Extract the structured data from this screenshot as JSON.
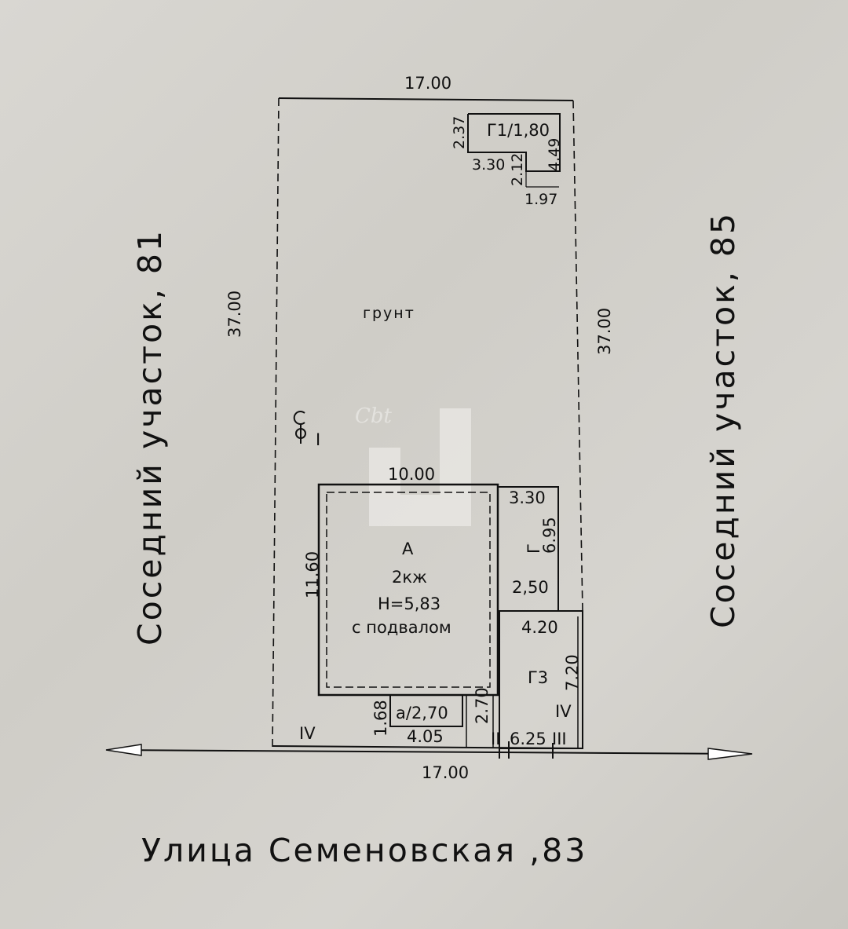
{
  "plan": {
    "street": "Улица  Семеновская ,83",
    "left_neighbor": "Соседний  участок, 81",
    "right_neighbor": "Соседний  участок, 85",
    "plot_width_top": "17.00",
    "plot_width_bottom": "17.00",
    "plot_length_left": "37.00",
    "plot_length_right": "37.00",
    "ground_label": "грунт",
    "well_label": "I",
    "house": {
      "letter": "А",
      "floors": "2кж",
      "height": "Н=5,83",
      "basement": "с подвалом",
      "width": "10.00",
      "depth": "11.60"
    },
    "shed_g1": {
      "label": "Г1/1,80",
      "d1": "2.37",
      "d2": "3.30",
      "d3": "2.12",
      "d4": "4.49",
      "d5": "1.97"
    },
    "garage_g": {
      "label": "Г",
      "width": "3.30",
      "depth": "6.95",
      "height": "2,50"
    },
    "garage_g3": {
      "label": "Г3",
      "width": "4.20",
      "depth": "7.20"
    },
    "porch": {
      "label": "а/2,70",
      "width": "4.05",
      "depth": "1.68",
      "gap": "2.70"
    },
    "fence_iv_left": "IV",
    "fence_iv_right": "IV",
    "fence_ii": "II",
    "fence_iii": "III",
    "fence_segment": "6.25"
  }
}
